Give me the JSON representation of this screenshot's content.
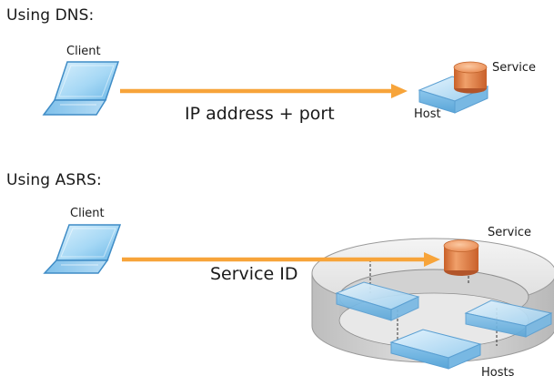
{
  "dns_section": {
    "title": "Using DNS:",
    "client_label": "Client",
    "service_label": "Service",
    "host_label": "Host",
    "arrow_label": "IP address + port"
  },
  "asrs_section": {
    "title": "Using ASRS:",
    "client_label": "Client",
    "service_label": "Service",
    "hosts_label": "Hosts",
    "arrow_label": "Service ID"
  },
  "colors": {
    "arrow": "#f7a43a",
    "laptop": "#8ec9ee",
    "host_box": "#a9d4f2",
    "cylinder": "#e07a3e",
    "ring": "#c8c8c8"
  }
}
